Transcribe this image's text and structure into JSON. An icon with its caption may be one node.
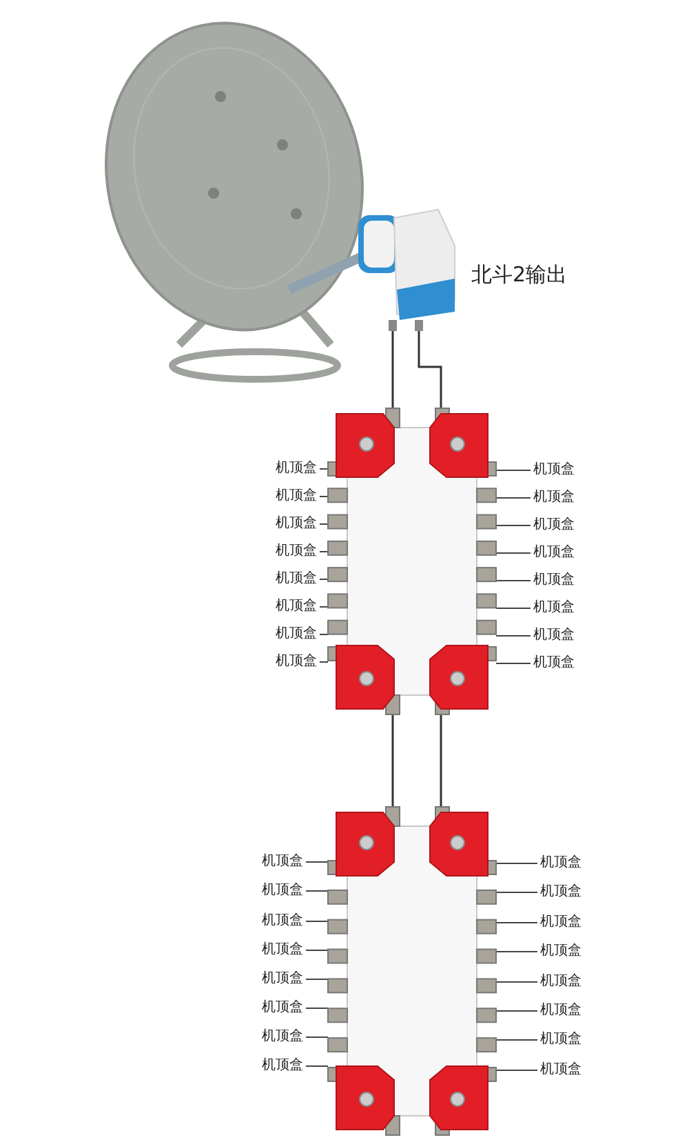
{
  "diagram": {
    "nodes": [
      {
        "text": [],
        "shape": "picture"
      },
      {
        "text": [],
        "shape": "picture",
        "beside": [
          "北斗2输出"
        ]
      },
      {
        "text": [],
        "shape": "picture"
      },
      {
        "text": [
          "机顶盒"
        ]
      },
      {
        "text": [
          "机顶盒"
        ]
      },
      {
        "text": [
          "机顶盒"
        ]
      },
      {
        "text": [
          "机顶盒"
        ]
      },
      {
        "text": [
          "机顶盒"
        ]
      },
      {
        "text": [
          "机顶盒"
        ]
      },
      {
        "text": [
          "机顶盒"
        ]
      },
      {
        "text": [
          "机顶盒"
        ]
      },
      {
        "text": [
          "机顶盒"
        ]
      },
      {
        "text": [
          "机顶盒"
        ]
      },
      {
        "text": [
          "机顶盒"
        ]
      },
      {
        "text": [
          "机顶盒"
        ]
      },
      {
        "text": [
          "机顶盒"
        ]
      },
      {
        "text": [
          "机顶盒"
        ]
      },
      {
        "text": [
          "机顶盒"
        ]
      },
      {
        "text": [
          "机顶盒"
        ]
      },
      {
        "text": [],
        "shape": "picture"
      },
      {
        "text": [
          "机顶盒"
        ]
      },
      {
        "text": [
          "机顶盒"
        ]
      },
      {
        "text": [
          "机顶盒"
        ]
      },
      {
        "text": [
          "机顶盒"
        ]
      },
      {
        "text": [
          "机顶盒"
        ]
      },
      {
        "text": [
          "机顶盒"
        ]
      },
      {
        "text": [
          "机顶盒"
        ]
      },
      {
        "text": [
          "机顶盒"
        ]
      },
      {
        "text": [
          "机顶盒"
        ]
      },
      {
        "text": [
          "机顶盒"
        ]
      },
      {
        "text": [
          "机顶盒"
        ]
      },
      {
        "text": [
          "机顶盒"
        ]
      },
      {
        "text": [
          "机顶盒"
        ]
      },
      {
        "text": [
          "机顶盒"
        ]
      },
      {
        "text": [
          "机顶盒"
        ]
      },
      {
        "text": [
          "机顶盒"
        ]
      }
    ],
    "edges": [
      {
        "from": 1,
        "to": 2,
        "arrow": "none"
      },
      {
        "from": 1,
        "to": 2,
        "arrow": "none"
      },
      {
        "from": 2,
        "to": 19,
        "arrow": "none"
      },
      {
        "from": 2,
        "to": 19,
        "arrow": "none"
      },
      {
        "from": 3,
        "to": 2,
        "arrow": "none"
      },
      {
        "from": 4,
        "to": 2,
        "arrow": "none"
      },
      {
        "from": 5,
        "to": 2,
        "arrow": "none"
      },
      {
        "from": 6,
        "to": 2,
        "arrow": "none"
      },
      {
        "from": 7,
        "to": 2,
        "arrow": "none"
      },
      {
        "from": 8,
        "to": 2,
        "arrow": "none"
      },
      {
        "from": 9,
        "to": 2,
        "arrow": "none"
      },
      {
        "from": 10,
        "to": 2,
        "arrow": "none"
      },
      {
        "from": 11,
        "to": 2,
        "arrow": "none"
      },
      {
        "from": 12,
        "to": 2,
        "arrow": "none"
      },
      {
        "from": 13,
        "to": 2,
        "arrow": "none"
      },
      {
        "from": 14,
        "to": 2,
        "arrow": "none"
      },
      {
        "from": 15,
        "to": 2,
        "arrow": "none"
      },
      {
        "from": 16,
        "to": 2,
        "arrow": "none"
      },
      {
        "from": 17,
        "to": 2,
        "arrow": "none"
      },
      {
        "from": 18,
        "to": 2,
        "arrow": "none"
      },
      {
        "from": 20,
        "to": 19,
        "arrow": "none"
      },
      {
        "from": 21,
        "to": 19,
        "arrow": "none"
      },
      {
        "from": 22,
        "to": 19,
        "arrow": "none"
      },
      {
        "from": 23,
        "to": 19,
        "arrow": "none"
      },
      {
        "from": 24,
        "to": 19,
        "arrow": "none"
      },
      {
        "from": 25,
        "to": 19,
        "arrow": "none"
      },
      {
        "from": 26,
        "to": 19,
        "arrow": "none"
      },
      {
        "from": 27,
        "to": 19,
        "arrow": "none"
      },
      {
        "from": 28,
        "to": 19,
        "arrow": "none"
      },
      {
        "from": 29,
        "to": 19,
        "arrow": "none"
      },
      {
        "from": 30,
        "to": 19,
        "arrow": "none"
      },
      {
        "from": 31,
        "to": 19,
        "arrow": "none"
      },
      {
        "from": 32,
        "to": 19,
        "arrow": "none"
      },
      {
        "from": 33,
        "to": 19,
        "arrow": "none"
      },
      {
        "from": 34,
        "to": 19,
        "arrow": "none"
      },
      {
        "from": 35,
        "to": 19,
        "arrow": "none"
      }
    ]
  }
}
